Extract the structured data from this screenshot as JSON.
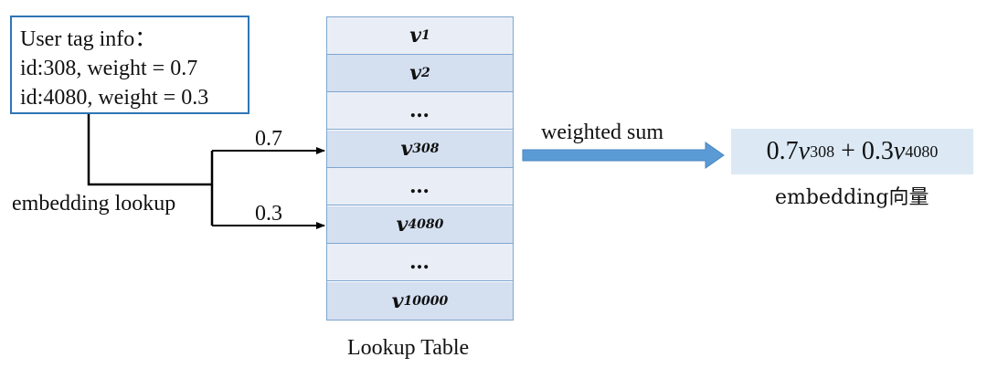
{
  "info_box": {
    "title": "User tag info：",
    "line1": "id:308,   weight = 0.7",
    "line2": "id:4080, weight = 0.3"
  },
  "lookup_label": "embedding lookup",
  "weights": {
    "top": "0.7",
    "bottom": "0.3"
  },
  "table": {
    "title": "Lookup Table",
    "rows": [
      {
        "var": "v",
        "sub": "1"
      },
      {
        "var": "v",
        "sub": "2"
      },
      {
        "var": "…",
        "sub": ""
      },
      {
        "var": "v",
        "sub": "308"
      },
      {
        "var": "…",
        "sub": ""
      },
      {
        "var": "v",
        "sub": "4080"
      },
      {
        "var": "…",
        "sub": ""
      },
      {
        "var": "v",
        "sub": "10000"
      }
    ]
  },
  "sum_label": "weighted sum",
  "result": {
    "coef1": "0.7",
    "var1": "v",
    "sub1": "308",
    "plus": " + ",
    "coef2": "0.3",
    "var2": "v",
    "sub2": "4080",
    "caption": "embedding向量"
  },
  "colors": {
    "box_border": "#2e75b6",
    "row_light": "#e9eef6",
    "row_dark": "#d4dff0",
    "arrow": "#5b9bd5",
    "result_bg": "#dce9f5"
  }
}
